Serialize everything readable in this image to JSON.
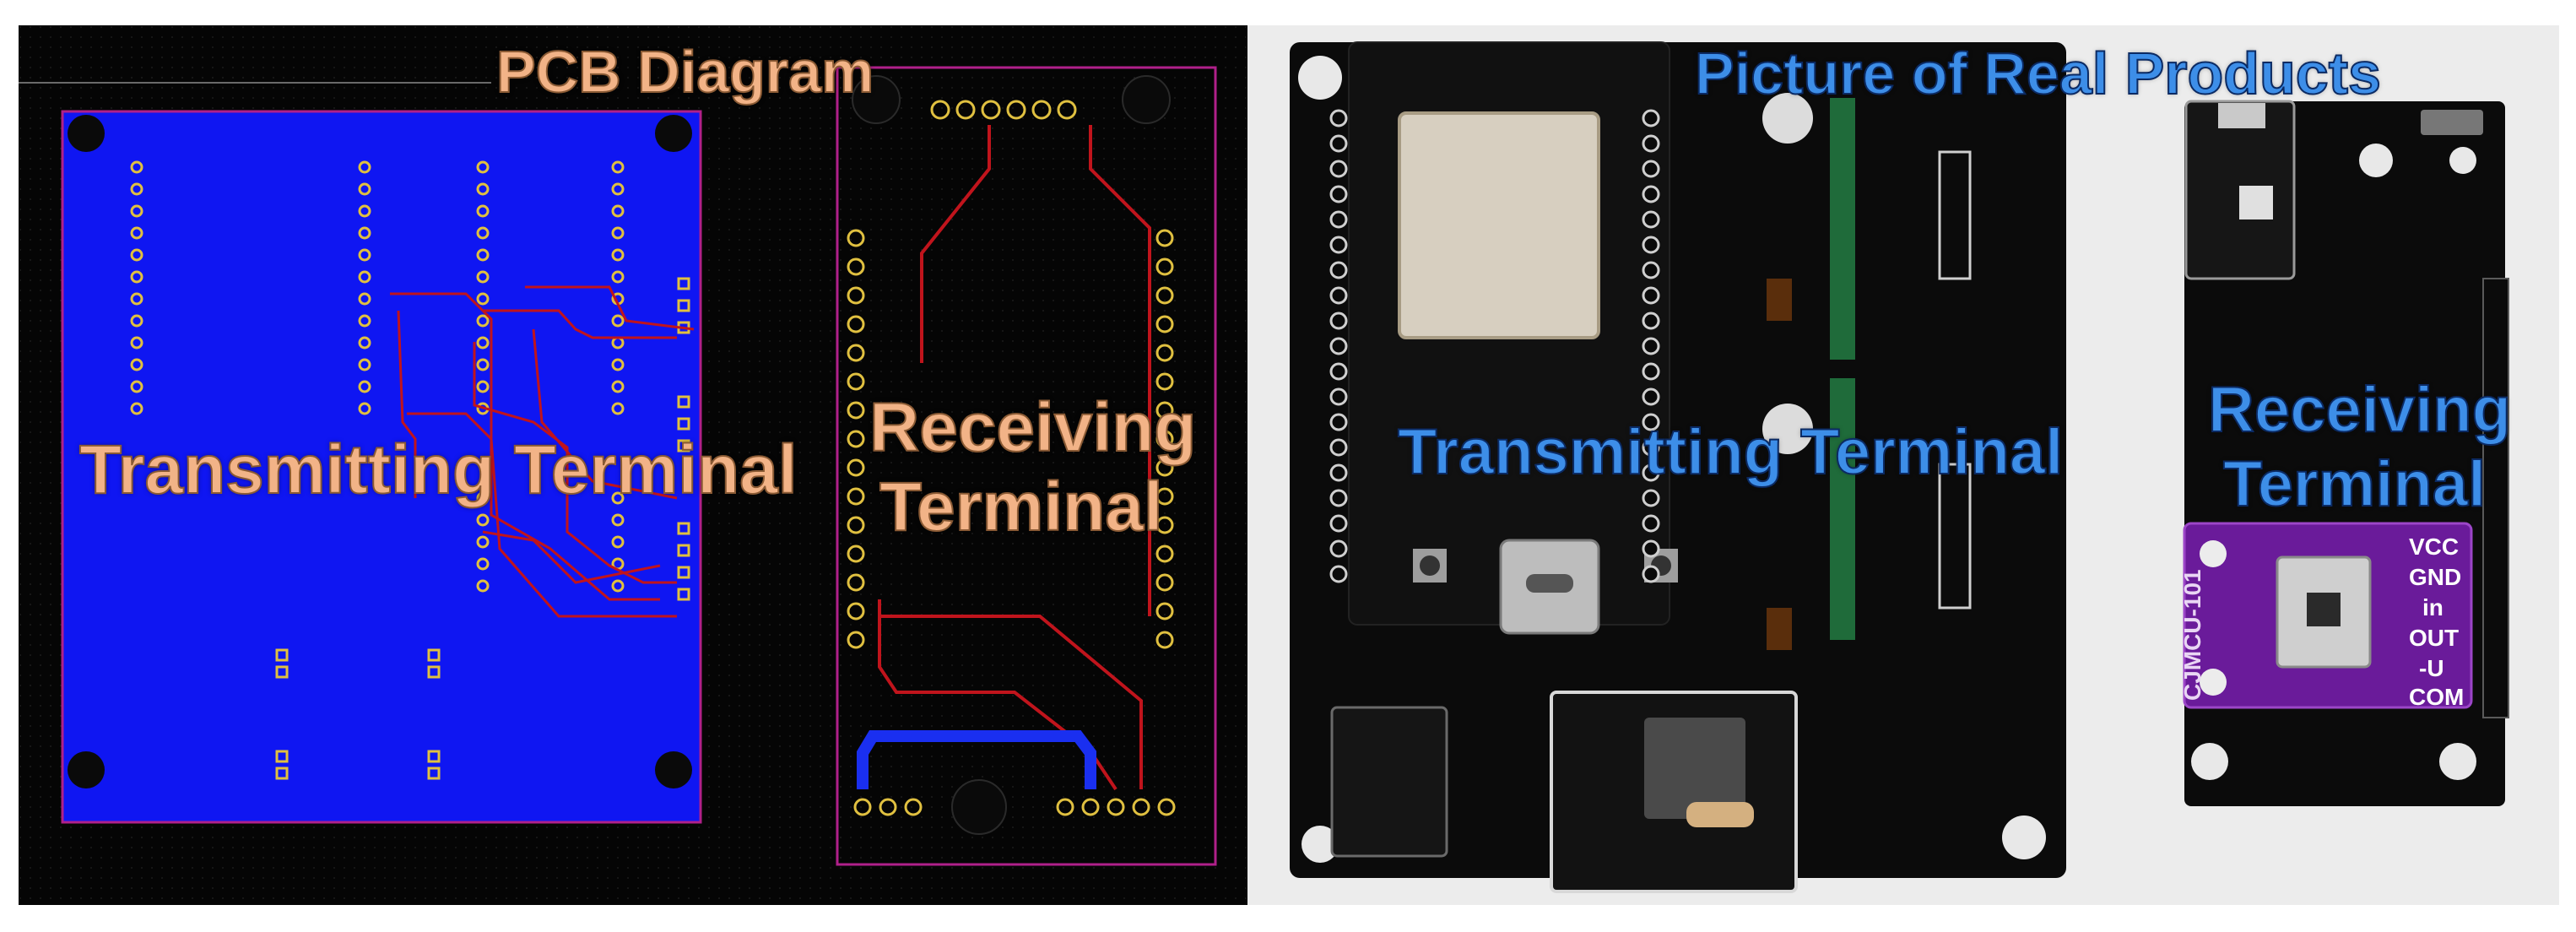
{
  "labels": {
    "pcb_title": "PCB Diagram",
    "real_title": "Picture of Real Products",
    "pcb_transmitting": "Transmitting Terminal",
    "pcb_receiving_line1": "Receiving",
    "pcb_receiving_line2": "Terminal",
    "real_transmitting": "Transmitting Terminal",
    "real_receiving_line1": "Receiving",
    "real_receiving_line2": "Terminal"
  },
  "module_pins": {
    "vcc": "VCC",
    "gnd": "GND",
    "in": "in",
    "out": "OUT",
    "minus_u": "-U",
    "com": "COM"
  },
  "module_name": "CJMCU-101",
  "colors": {
    "pcb_background": "#050505",
    "pcb_copper_blue": "#0f16f2",
    "trace_red": "#c0141c",
    "pad_gold": "#e0c040",
    "board_outline_magenta": "#b0208a",
    "pcb_label": "#f2b387",
    "real_label": "#3d8ee8",
    "sensor_module_purple": "#6a1b9a"
  }
}
